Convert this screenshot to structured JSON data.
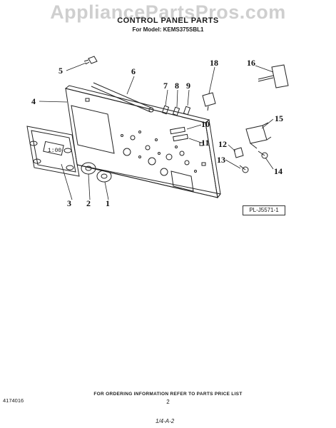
{
  "watermark": "AppliancePartsPros.com",
  "title": "CONTROL PANEL PARTS",
  "model_line": "For Model: KEMS375SBL1",
  "part_labels": [
    "1",
    "2",
    "3",
    "4",
    "5",
    "6",
    "7",
    "8",
    "9",
    "10",
    "11",
    "12",
    "13",
    "14",
    "15",
    "16",
    "18"
  ],
  "timer_display": "1:00",
  "plate_id": "PL-J5571-1",
  "ordering_note": "FOR ORDERING INFORMATION REFER TO PARTS PRICE LIST",
  "page_number": "2",
  "doc_number": "4174016",
  "handwritten_note": "1/4-A-2"
}
